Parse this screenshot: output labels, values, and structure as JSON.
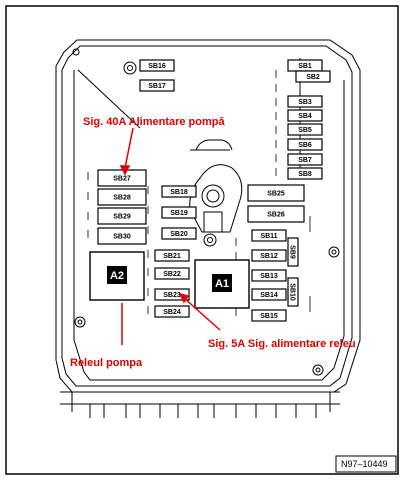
{
  "fuses": [
    {
      "id": "SB16",
      "label": "SB16"
    },
    {
      "id": "SB17",
      "label": "SB17"
    },
    {
      "id": "SB1",
      "label": "SB1"
    },
    {
      "id": "SB2",
      "label": "SB2"
    },
    {
      "id": "SB3",
      "label": "SB3"
    },
    {
      "id": "SB4",
      "label": "SB4"
    },
    {
      "id": "SB5",
      "label": "SB5"
    },
    {
      "id": "SB6",
      "label": "SB6"
    },
    {
      "id": "SB7",
      "label": "SB7"
    },
    {
      "id": "SB8",
      "label": "SB8"
    },
    {
      "id": "SB27",
      "label": "SB27"
    },
    {
      "id": "SB28",
      "label": "SB28"
    },
    {
      "id": "SB29",
      "label": "SB29"
    },
    {
      "id": "SB30",
      "label": "SB30"
    },
    {
      "id": "SB18",
      "label": "SB18"
    },
    {
      "id": "SB19",
      "label": "SB19"
    },
    {
      "id": "SB20",
      "label": "SB20"
    },
    {
      "id": "SB21",
      "label": "SB21"
    },
    {
      "id": "SB22",
      "label": "SB22"
    },
    {
      "id": "SB23",
      "label": "SB23"
    },
    {
      "id": "SB24",
      "label": "SB24"
    },
    {
      "id": "SB25",
      "label": "SB25"
    },
    {
      "id": "SB26",
      "label": "SB26"
    },
    {
      "id": "SB11",
      "label": "SB11"
    },
    {
      "id": "SB12",
      "label": "SB12"
    },
    {
      "id": "SB13",
      "label": "SB13"
    },
    {
      "id": "SB14",
      "label": "SB14"
    },
    {
      "id": "SB15",
      "label": "SB15"
    },
    {
      "id": "SB9",
      "label": "SB9"
    },
    {
      "id": "SB10",
      "label": "SB10"
    }
  ],
  "relays": [
    {
      "id": "A2",
      "label": "A2"
    },
    {
      "id": "A1",
      "label": "A1"
    }
  ],
  "annotations": {
    "sig40a": "Sig. 40A Alimentare pompă",
    "releul_pompa": "Releul pompa",
    "sig5a": "Sig. 5A Sig. alimentare releu"
  },
  "reference": "N97–10449",
  "colors": {
    "annotation": "#e00000",
    "outline": "#000000"
  }
}
